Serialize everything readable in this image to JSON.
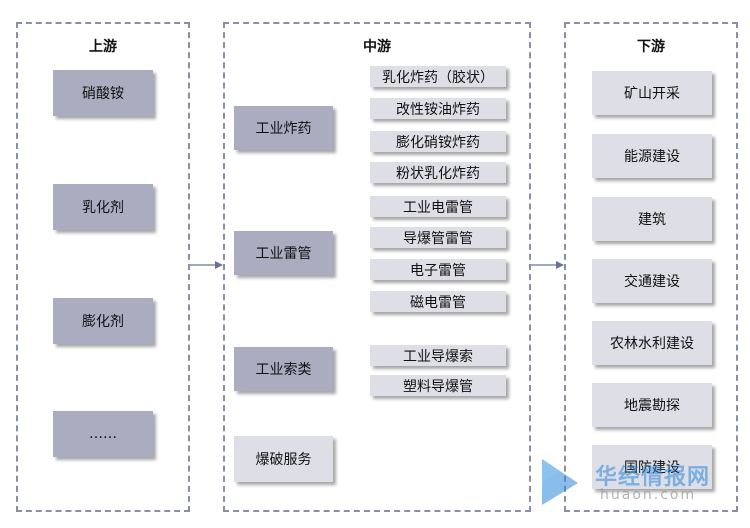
{
  "upstream": {
    "title": "上游",
    "items": [
      "硝酸铵",
      "乳化剂",
      "膨化剂",
      "……"
    ]
  },
  "midstream": {
    "title": "中游",
    "groups": [
      {
        "label": "工业炸药",
        "children": [
          "乳化炸药（胶状）",
          "改性铵油炸药",
          "膨化硝铵炸药",
          "粉状乳化炸药"
        ]
      },
      {
        "label": "工业雷管",
        "children": [
          "工业电雷管",
          "导爆管雷管",
          "电子雷管",
          "磁电雷管"
        ]
      },
      {
        "label": "工业索类",
        "children": [
          "工业导爆索",
          "塑料导爆管"
        ]
      },
      {
        "label": "爆破服务",
        "children": []
      }
    ]
  },
  "downstream": {
    "title": "下游",
    "items": [
      "矿山开采",
      "能源建设",
      "建筑",
      "交通建设",
      "农林水利建设",
      "地震勘探",
      "国防建设"
    ]
  },
  "watermark": {
    "brand": "华经情报网",
    "domain": "huaon.com"
  },
  "colors": {
    "border": "#8a8fa6",
    "box_dark": "#a9adbf",
    "box_light": "#dedfe6",
    "connector": "#6b7394",
    "watermark_blue": "#2a86d8"
  }
}
